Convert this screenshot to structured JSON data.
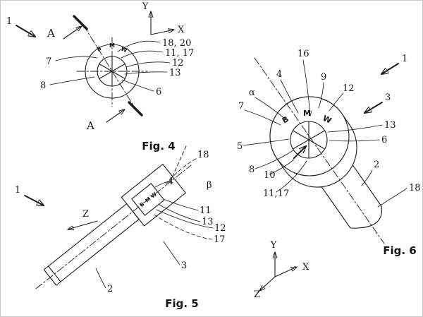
{
  "fig4": {
    "caption": "Fig. 4",
    "axes": {
      "x": "X",
      "y": "Y"
    },
    "section_marker_top": "A",
    "section_marker_bottom": "A",
    "knob_glyphs": [
      "B",
      "M",
      "W"
    ],
    "labels": {
      "n1": "1",
      "n7": "7",
      "n8": "8",
      "n18_20": "18, 20",
      "n11_17": "11, 17",
      "n12": "12",
      "n13": "13",
      "n6": "6"
    }
  },
  "fig5": {
    "caption": "Fig. 5",
    "axes": {
      "z": "Z"
    },
    "knob_glyphs": [
      "B",
      "M",
      "W"
    ],
    "labels": {
      "n1": "1",
      "n2": "2",
      "n3": "3",
      "n4": "4",
      "n11": "11",
      "n12": "12",
      "n13": "13",
      "n17": "17",
      "n18": "18",
      "beta": "β"
    }
  },
  "fig6": {
    "caption": "Fig. 6",
    "axes": {
      "x": "X",
      "y": "Y",
      "z": "Z"
    },
    "knob_glyphs": [
      "B",
      "M",
      "W"
    ],
    "labels": {
      "n1": "1",
      "n2": "2",
      "n3": "3",
      "n4": "4",
      "n5": "5",
      "n6": "6",
      "n7": "7",
      "n8": "8",
      "n9": "9",
      "n10": "10",
      "n12": "12",
      "n13": "13",
      "n16": "16",
      "n11_17": "11,17",
      "n18": "18",
      "alpha": "α"
    }
  }
}
